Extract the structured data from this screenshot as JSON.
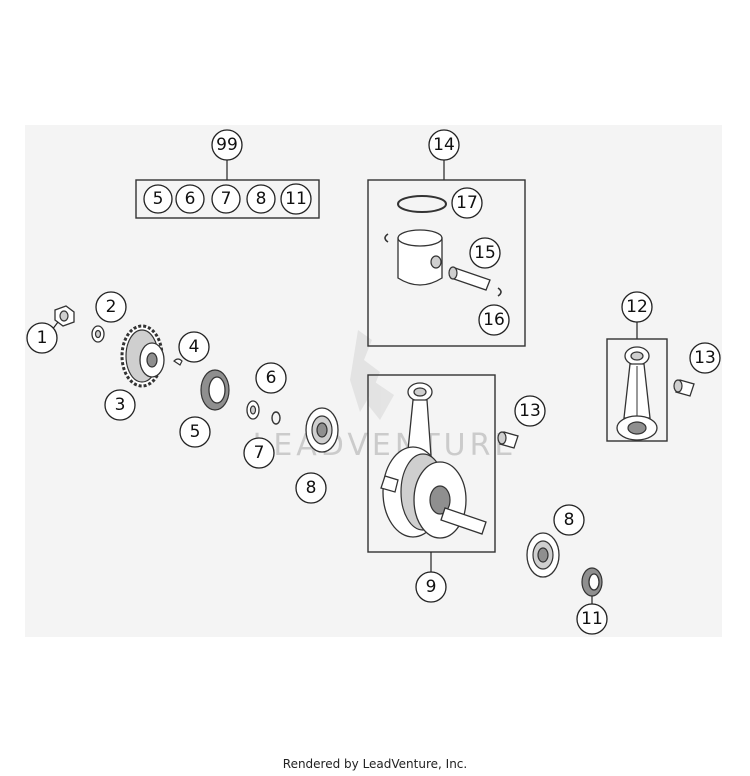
{
  "kit": {
    "label": "99",
    "members": [
      "5",
      "6",
      "7",
      "8",
      "11"
    ]
  },
  "callouts": {
    "c1": "1",
    "c2": "2",
    "c3": "3",
    "c4": "4",
    "c5": "5",
    "c6": "6",
    "c7": "7",
    "c8a": "8",
    "c8b": "8",
    "c9": "9",
    "c11": "11",
    "c12": "12",
    "c13a": "13",
    "c13b": "13",
    "c14": "14",
    "c15": "15",
    "c16": "16",
    "c17": "17"
  },
  "watermark": "LEADVENTURE",
  "footer": "Rendered by LeadVenture, Inc."
}
